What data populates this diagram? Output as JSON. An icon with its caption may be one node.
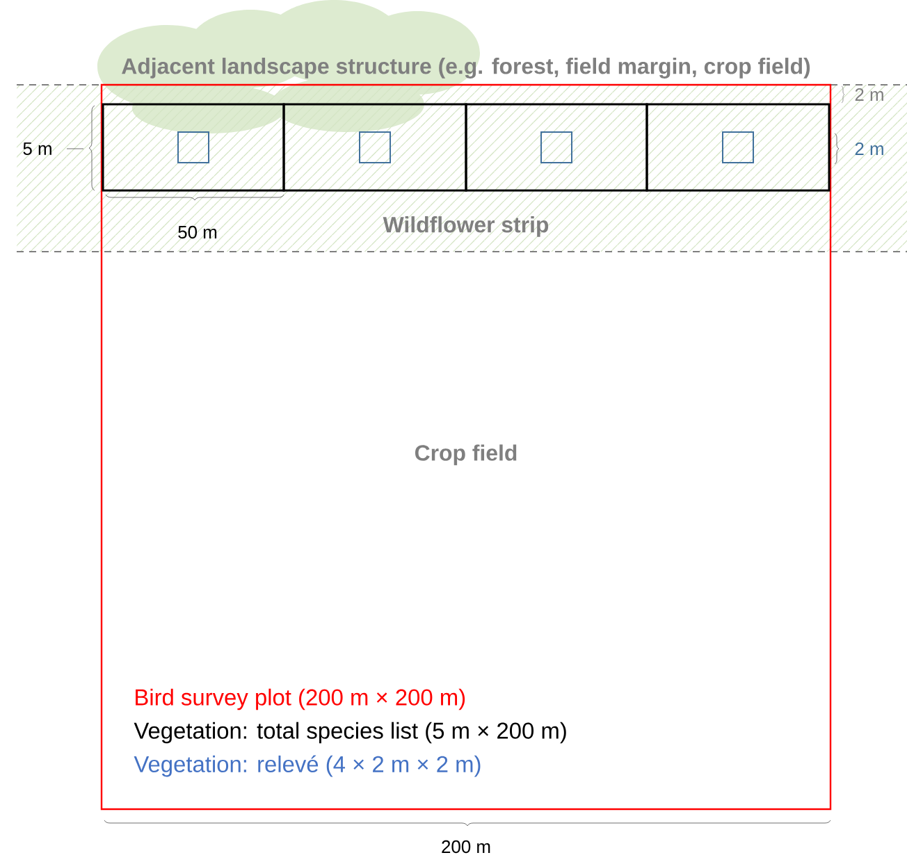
{
  "diagram": {
    "nodes": [
      {
        "text": [
          "Adjacent landscape structure (e.g. forest, field margin, crop field)"
        ]
      },
      {
        "text": [
          "Wildflower strip"
        ]
      },
      {
        "text": [
          "Crop field"
        ]
      },
      {
        "text": [],
        "shape": "box",
        "in": 1
      },
      {
        "text": [],
        "shape": "box",
        "in": 1
      },
      {
        "text": [],
        "shape": "box",
        "in": 1
      },
      {
        "text": [],
        "shape": "box",
        "in": 1
      },
      {
        "text": [],
        "shape": "box",
        "in": 3
      },
      {
        "text": [],
        "shape": "box",
        "in": 4
      },
      {
        "text": [],
        "shape": "box",
        "in": 5
      },
      {
        "text": [],
        "shape": "box",
        "in": 6
      }
    ],
    "edges": [],
    "labels": [
      "2 m",
      "5 m",
      "2 m",
      "50 m",
      "200 m"
    ],
    "legend": [
      {
        "text": "Bird survey plot (200 m × 200 m)",
        "color": "#ff0000"
      },
      {
        "text": "Vegetation: total species list (5 m  × 200 m)",
        "color": "#000000"
      },
      {
        "text": "Vegetation: relevé (4 × 2 m × 2 m)",
        "color": "#4472c4"
      }
    ]
  }
}
